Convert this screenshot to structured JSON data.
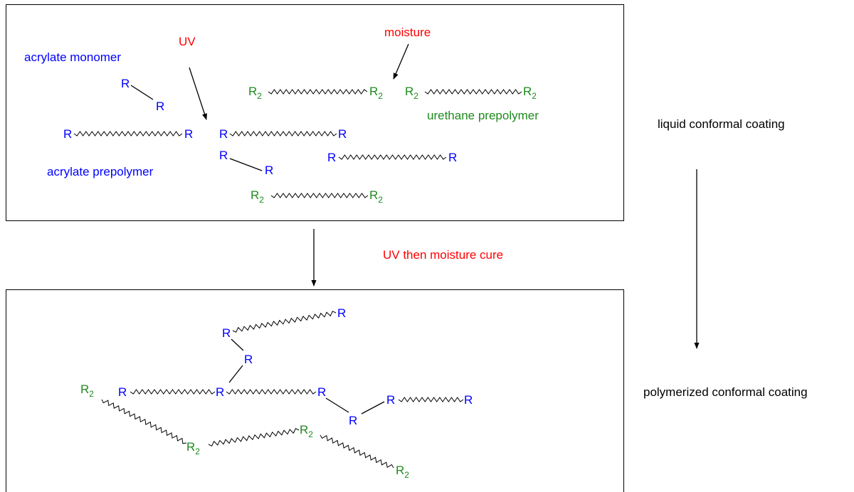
{
  "colors": {
    "acrylate": "#0000ff",
    "urethane": "#1f8a1f",
    "condition": "#ff0000",
    "text": "#000000"
  },
  "labels": {
    "acrylate_monomer": "acrylate monomer",
    "acrylate_prepolymer": "acrylate prepolymer",
    "urethane_prepolymer": "urethane prepolymer",
    "uv": "UV",
    "moisture": "moisture",
    "cure": "UV then moisture cure",
    "liquid": "liquid conformal coating",
    "polymerized": "polymerized conformal coating"
  },
  "groups": {
    "r": "R",
    "r2_base": "R",
    "r2_sub": "2"
  }
}
